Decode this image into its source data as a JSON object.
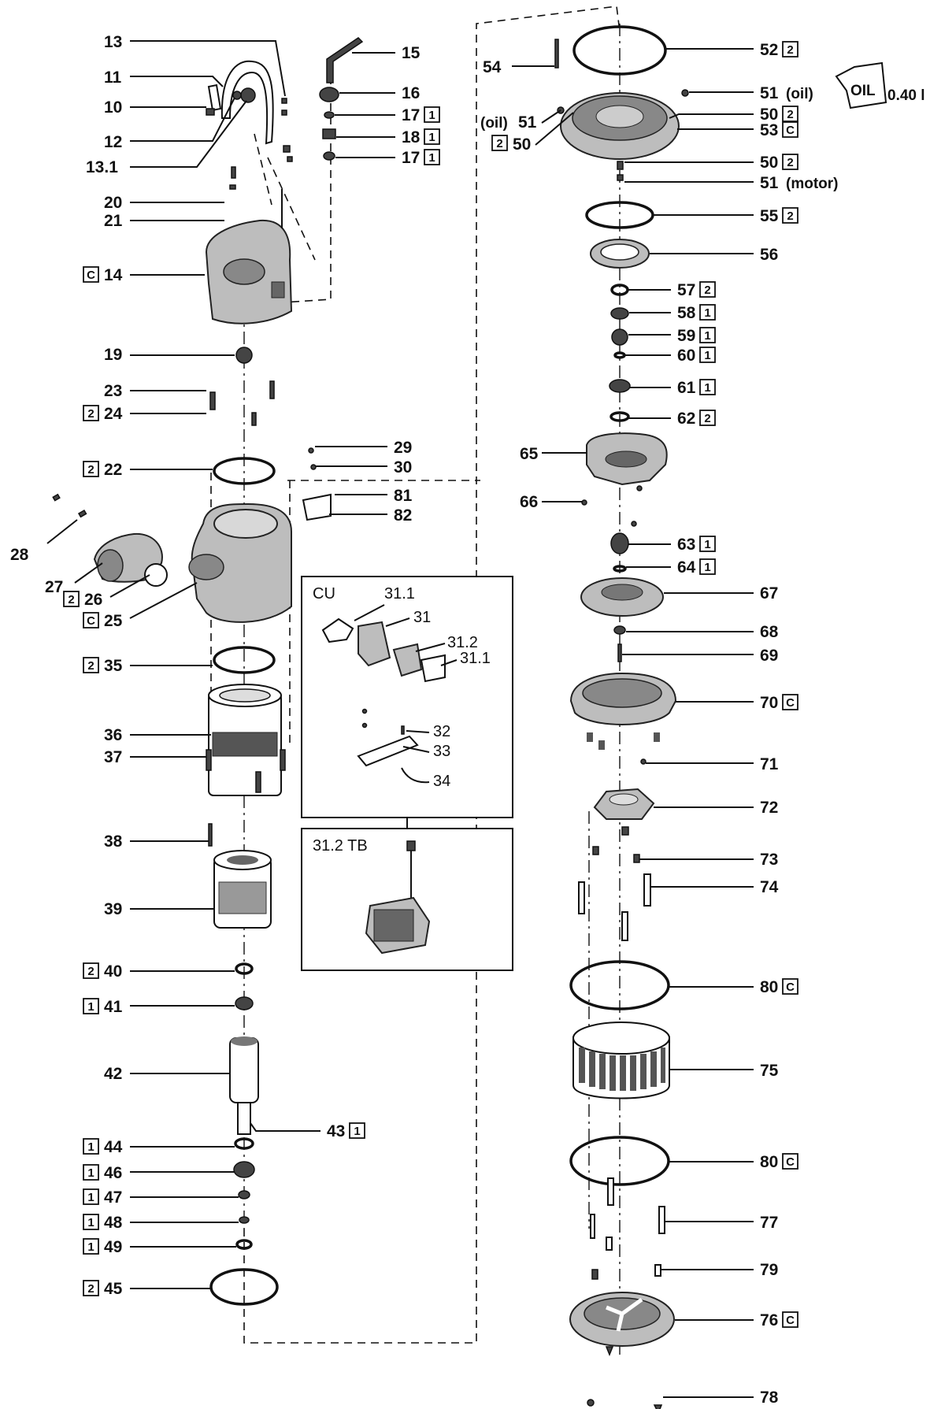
{
  "labels_left": [
    {
      "id": "13",
      "num": "13",
      "code": ""
    },
    {
      "id": "11",
      "num": "11",
      "code": ""
    },
    {
      "id": "10",
      "num": "10",
      "code": ""
    },
    {
      "id": "12",
      "num": "12",
      "code": ""
    },
    {
      "id": "13_1",
      "num": "13.1",
      "code": ""
    },
    {
      "id": "20",
      "num": "20",
      "code": ""
    },
    {
      "id": "21",
      "num": "21",
      "code": ""
    },
    {
      "id": "14",
      "num": "14",
      "code": "C"
    },
    {
      "id": "19",
      "num": "19",
      "code": ""
    },
    {
      "id": "23",
      "num": "23",
      "code": ""
    },
    {
      "id": "24",
      "num": "24",
      "code": "2"
    },
    {
      "id": "22",
      "num": "22",
      "code": "2"
    },
    {
      "id": "28",
      "num": "28",
      "code": ""
    },
    {
      "id": "27",
      "num": "27",
      "code": ""
    },
    {
      "id": "26",
      "num": "26",
      "code": "2"
    },
    {
      "id": "25",
      "num": "25",
      "code": "C"
    },
    {
      "id": "35",
      "num": "35",
      "code": "2"
    },
    {
      "id": "36",
      "num": "36",
      "code": ""
    },
    {
      "id": "37",
      "num": "37",
      "code": ""
    },
    {
      "id": "38",
      "num": "38",
      "code": ""
    },
    {
      "id": "39",
      "num": "39",
      "code": ""
    },
    {
      "id": "40",
      "num": "40",
      "code": "2"
    },
    {
      "id": "41",
      "num": "41",
      "code": "1"
    },
    {
      "id": "42",
      "num": "42",
      "code": ""
    },
    {
      "id": "44",
      "num": "44",
      "code": "1"
    },
    {
      "id": "46",
      "num": "46",
      "code": "1"
    },
    {
      "id": "47",
      "num": "47",
      "code": "1"
    },
    {
      "id": "48",
      "num": "48",
      "code": "1"
    },
    {
      "id": "49",
      "num": "49",
      "code": "1"
    },
    {
      "id": "45",
      "num": "45",
      "code": "2"
    }
  ],
  "labels_middle": [
    {
      "id": "15",
      "num": "15",
      "code": ""
    },
    {
      "id": "16",
      "num": "16",
      "code": ""
    },
    {
      "id": "17a",
      "num": "17",
      "code": "1"
    },
    {
      "id": "18",
      "num": "18",
      "code": "1"
    },
    {
      "id": "17b",
      "num": "17",
      "code": "1"
    },
    {
      "id": "29",
      "num": "29",
      "code": ""
    },
    {
      "id": "30",
      "num": "30",
      "code": ""
    },
    {
      "id": "81",
      "num": "81",
      "code": ""
    },
    {
      "id": "82",
      "num": "82",
      "code": ""
    },
    {
      "id": "43",
      "num": "43",
      "code": "1"
    }
  ],
  "labels_right": [
    {
      "id": "52",
      "num": "52",
      "code": "2",
      "suffix": ""
    },
    {
      "id": "54",
      "num": "54",
      "code": "",
      "suffix": ""
    },
    {
      "id": "51a",
      "num": "51",
      "code": "",
      "suffix": "(oil)"
    },
    {
      "id": "50a",
      "num": "50",
      "code": "2",
      "suffix": ""
    },
    {
      "id": "53",
      "num": "53",
      "code": "C",
      "suffix": ""
    },
    {
      "id": "50b",
      "num": "50",
      "code": "2",
      "suffix": ""
    },
    {
      "id": "51b",
      "num": "51",
      "code": "",
      "suffix": "(motor)"
    },
    {
      "id": "55",
      "num": "55",
      "code": "2",
      "suffix": ""
    },
    {
      "id": "56",
      "num": "56",
      "code": "",
      "suffix": ""
    },
    {
      "id": "57",
      "num": "57",
      "code": "2",
      "suffix": ""
    },
    {
      "id": "58",
      "num": "58",
      "code": "1",
      "suffix": ""
    },
    {
      "id": "59",
      "num": "59",
      "code": "1",
      "suffix": ""
    },
    {
      "id": "60",
      "num": "60",
      "code": "1",
      "suffix": ""
    },
    {
      "id": "61",
      "num": "61",
      "code": "1",
      "suffix": ""
    },
    {
      "id": "62",
      "num": "62",
      "code": "2",
      "suffix": ""
    },
    {
      "id": "65",
      "num": "65",
      "code": "",
      "suffix": ""
    },
    {
      "id": "66",
      "num": "66",
      "code": "",
      "suffix": ""
    },
    {
      "id": "63",
      "num": "63",
      "code": "1",
      "suffix": ""
    },
    {
      "id": "64",
      "num": "64",
      "code": "1",
      "suffix": ""
    },
    {
      "id": "67",
      "num": "67",
      "code": "",
      "suffix": ""
    },
    {
      "id": "68",
      "num": "68",
      "code": "",
      "suffix": ""
    },
    {
      "id": "69",
      "num": "69",
      "code": "",
      "suffix": ""
    },
    {
      "id": "70",
      "num": "70",
      "code": "C",
      "suffix": ""
    },
    {
      "id": "71",
      "num": "71",
      "code": "",
      "suffix": ""
    },
    {
      "id": "72",
      "num": "72",
      "code": "",
      "suffix": ""
    },
    {
      "id": "73",
      "num": "73",
      "code": "",
      "suffix": ""
    },
    {
      "id": "74",
      "num": "74",
      "code": "",
      "suffix": ""
    },
    {
      "id": "80a",
      "num": "80",
      "code": "C",
      "suffix": ""
    },
    {
      "id": "75",
      "num": "75",
      "code": "",
      "suffix": ""
    },
    {
      "id": "80b",
      "num": "80",
      "code": "C",
      "suffix": ""
    },
    {
      "id": "77",
      "num": "77",
      "code": "",
      "suffix": ""
    },
    {
      "id": "79",
      "num": "79",
      "code": "",
      "suffix": ""
    },
    {
      "id": "76",
      "num": "76",
      "code": "C",
      "suffix": ""
    },
    {
      "id": "78",
      "num": "78",
      "code": "",
      "suffix": ""
    }
  ],
  "oil_side": {
    "num": "51",
    "prefix": "(oil)"
  },
  "oil_side_50": {
    "num": "50",
    "code": "2"
  },
  "oil_can": {
    "label": "OIL",
    "quantity": "0.40 l"
  },
  "cu_box": {
    "title": "CU",
    "items": [
      "31.1",
      "31",
      "31.2",
      "31.1",
      "32",
      "33",
      "34"
    ]
  },
  "tb_box": {
    "title": "31.2 TB"
  }
}
